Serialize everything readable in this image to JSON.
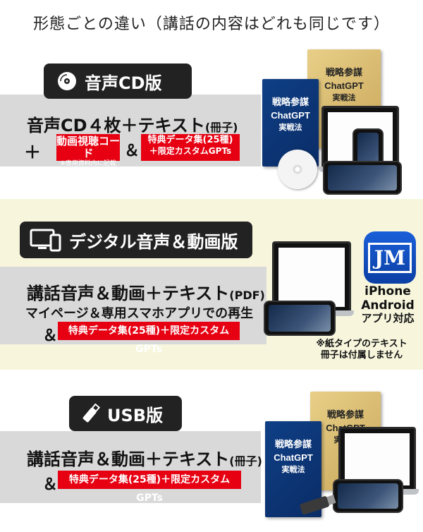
{
  "page_title": "形態ごとの違い（講話の内容はどれも同じです）",
  "book": {
    "title_line1": "戦略参謀",
    "title_line2": "ChatGPT",
    "title_line3": "実戦法"
  },
  "cd": {
    "pill_label": "音声CD版",
    "headline_main": "音声CD４枚＋テキスト",
    "headline_suffix": "(冊子)",
    "plus": "＋",
    "video_code_label": "動画視聴コード",
    "video_code_note": "※専用資料内に記載",
    "amp": "＆",
    "bonus_line1": "特典データ集(25種)",
    "bonus_line2": "＋限定カスタムGPTs"
  },
  "digital": {
    "pill_label": "デジタル音声＆動画版",
    "headline_main": "講話音声＆動画＋テキスト",
    "headline_suffix": "(PDF)",
    "subline": "マイページ＆専用スマホアプリでの再生",
    "amp": "＆",
    "bonus": "特典データ集(25種)＋限定カスタムGPTs",
    "app_platforms_1": "iPhone",
    "app_platforms_2": "Android",
    "app_platforms_3": "アプリ対応",
    "paper_note_1": "※紙タイプのテキスト",
    "paper_note_2": "冊子は付属しません",
    "app_icon_text": "JM"
  },
  "usb": {
    "pill_label": "USB版",
    "headline_main": "講話音声＆動画＋テキスト",
    "headline_suffix": "(冊子)",
    "amp": "＆",
    "bonus": "特典データ集(25種)＋限定カスタムGPTs"
  },
  "colors": {
    "accent_red": "#e60012",
    "pill_bg": "#222222",
    "band_gray": "#d9d9d9",
    "digital_bg": "#f7f6dd"
  }
}
